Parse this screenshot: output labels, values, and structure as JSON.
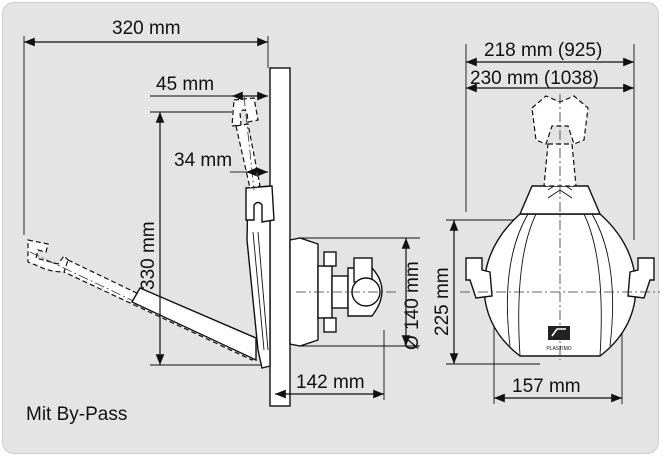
{
  "dimensions": {
    "width_total": "320 mm",
    "offset_45": "45 mm",
    "offset_34": "34 mm",
    "height_330": "330 mm",
    "diameter_140": "Ø 140 mm",
    "depth_142": "142 mm",
    "width_218": "218 mm (925)",
    "width_230": "230 mm (1038)",
    "height_225": "225 mm",
    "width_157": "157 mm"
  },
  "caption": "Mit By-Pass",
  "logo_text": "PLASTIMO"
}
